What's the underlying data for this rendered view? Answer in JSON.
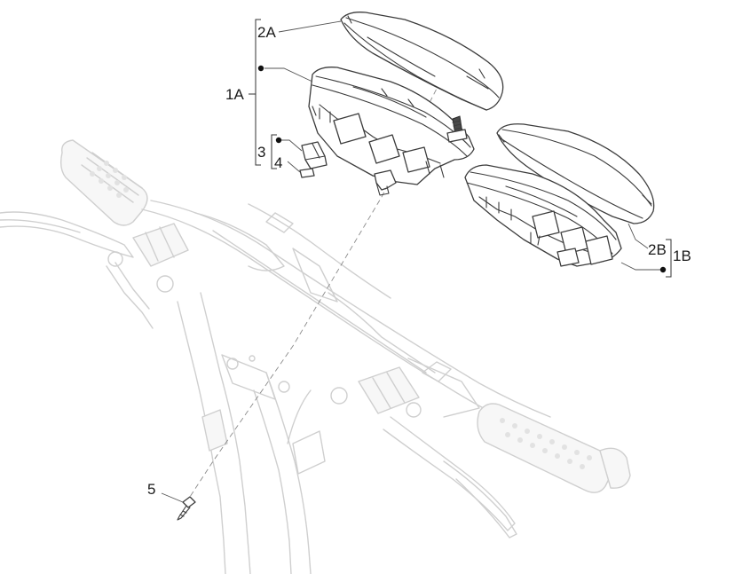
{
  "callouts": {
    "c2A": "2A",
    "c1A": "1A",
    "c3": "3",
    "c4": "4",
    "c2B": "2B",
    "c1B": "1B",
    "c5": "5"
  }
}
